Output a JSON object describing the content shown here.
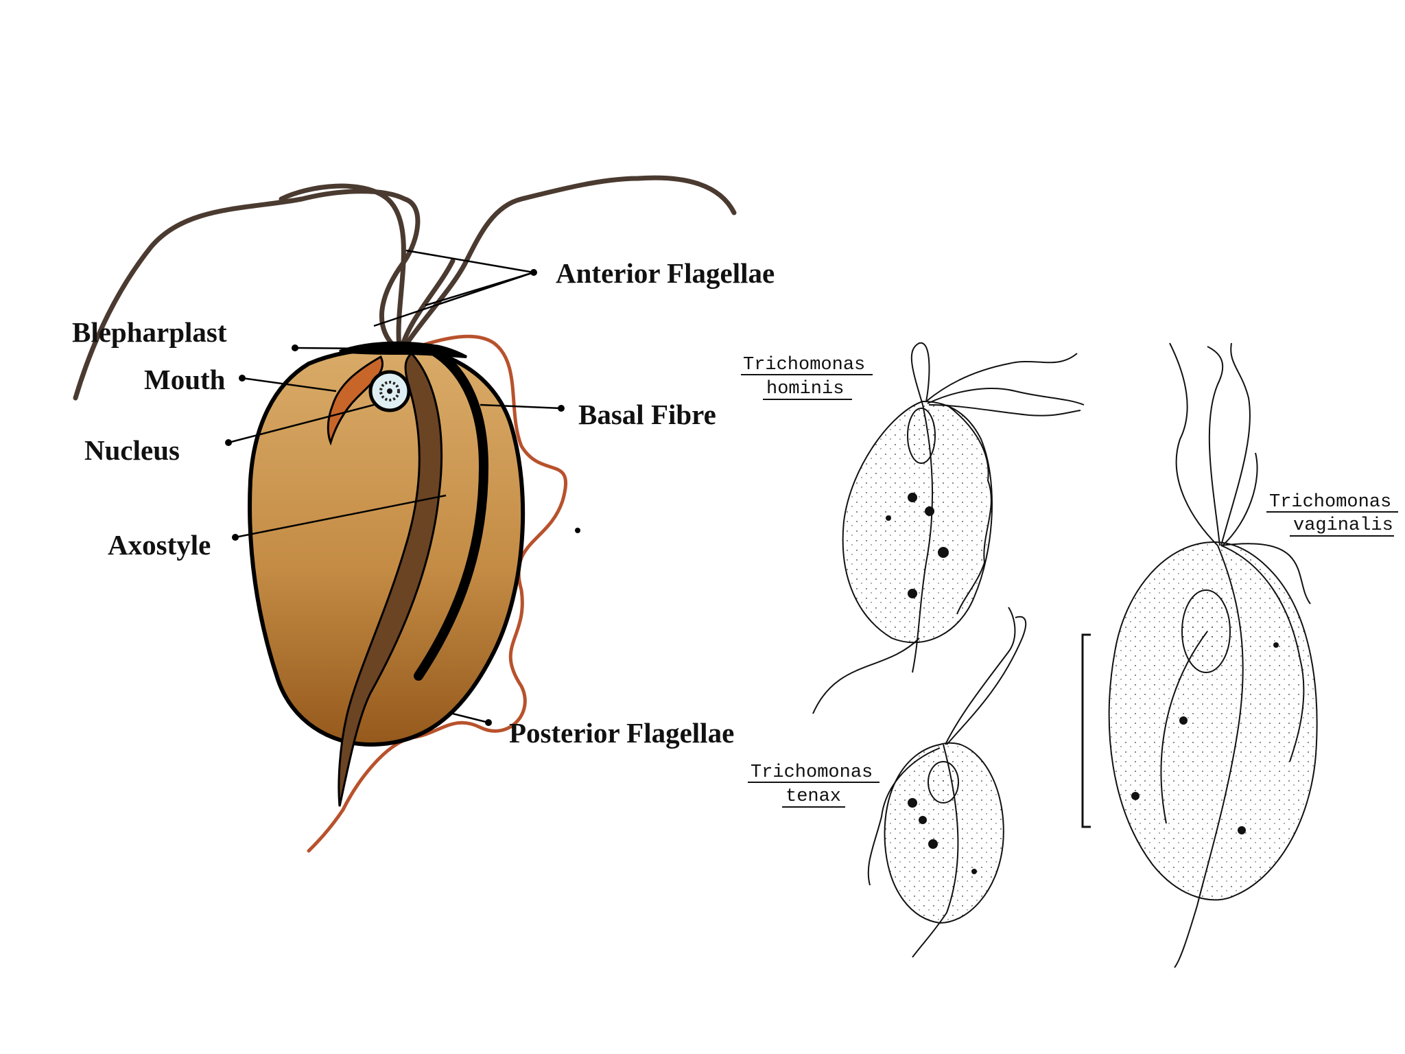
{
  "labels": {
    "anterior_flagellae": "Anterior Flagellae",
    "blepharplast": "Blepharplast",
    "mouth": "Mouth",
    "basal_fibre": "Basal Fibre",
    "nucleus": "Nucleus",
    "axostyle": "Axostyle",
    "posterior_flagellae": "Posterior Flagellae"
  },
  "species": {
    "hominis": {
      "line1": "Trichomonas",
      "line2": "hominis"
    },
    "vaginalis": {
      "line1": "Trichomonas",
      "line2": "vaginalis"
    },
    "tenax": {
      "line1": "Trichomonas",
      "line2": "tenax"
    }
  },
  "colors": {
    "body_top": "#d7a763",
    "body_bottom": "#9c6322",
    "mouth": "#c8662a",
    "posterior_flagellum": "#b8522c",
    "anterior_flagellum": "#4a3a30",
    "axostyle": "#6b4424",
    "outline": "#000000"
  }
}
